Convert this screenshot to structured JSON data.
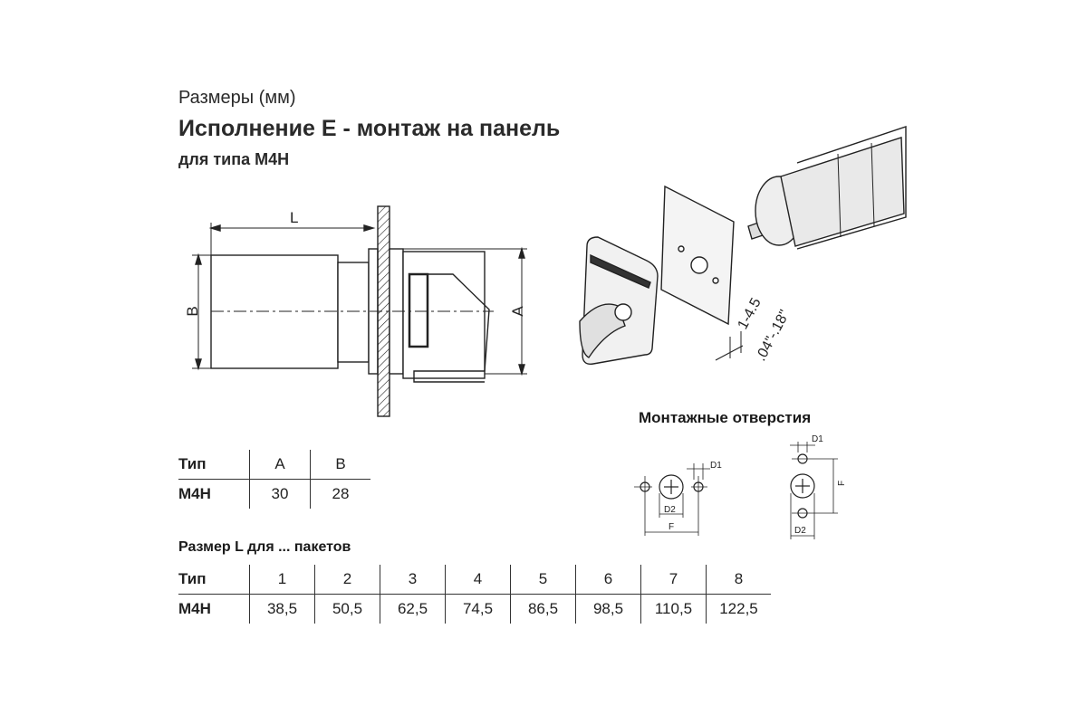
{
  "header": {
    "subtitle": "Размеры (мм)",
    "title": "Исполнение E - монтаж на панель",
    "subheading": "для типа M4H"
  },
  "drawing": {
    "labels": {
      "L": "L",
      "B": "B",
      "A": "A"
    },
    "panel_thickness_mm": "1-4.5",
    "panel_thickness_in": ".04\"-.18\""
  },
  "mounting_holes": {
    "heading": "Монтажные отверстия",
    "labels": {
      "D1": "D1",
      "D2": "D2",
      "F": "F"
    }
  },
  "ab_table": {
    "headers": [
      "Тип",
      "A",
      "B"
    ],
    "rows": [
      {
        "type": "M4H",
        "values": [
          "30",
          "28"
        ]
      }
    ]
  },
  "pack_heading": "Размер L для ... пакетов",
  "pack_table": {
    "headers": [
      "Тип",
      "1",
      "2",
      "3",
      "4",
      "5",
      "6",
      "7",
      "8"
    ],
    "rows": [
      {
        "type": "M4H",
        "values": [
          "38,5",
          "50,5",
          "62,5",
          "74,5",
          "86,5",
          "98,5",
          "110,5",
          "122,5"
        ]
      }
    ]
  }
}
